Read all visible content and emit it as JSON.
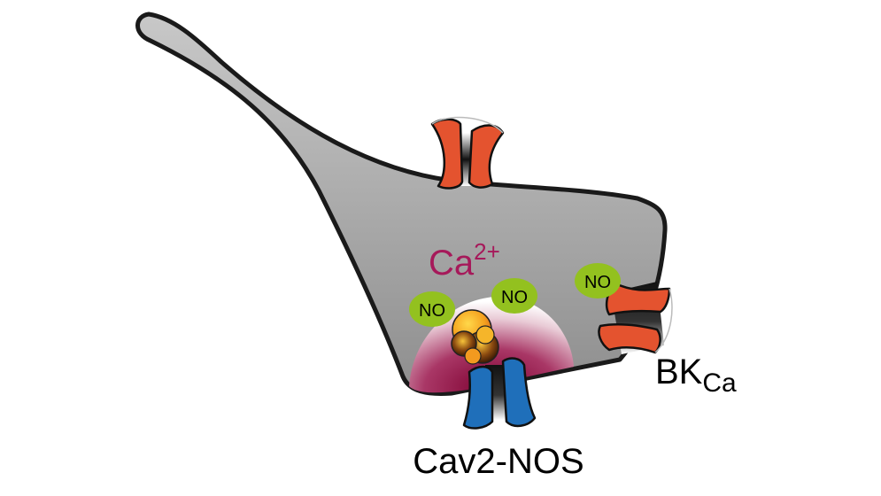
{
  "labels": {
    "ion": "Ca",
    "ion_charge": "2+",
    "no_1": "NO",
    "no_2": "NO",
    "no_3": "NO",
    "bk_main": "BK",
    "bk_sub": "Ca",
    "complex": "Cav2-NOS"
  },
  "colors": {
    "cell_fill": "#a9a9a9",
    "cell_outline": "#1a1a1a",
    "channel_red": "#e4532f",
    "channel_blue": "#1f6fba",
    "no_green": "#93c11f",
    "ion_text": "#a6195a",
    "calcium_domain": "#8a0a37",
    "enzyme_orange": "#f39a1f"
  }
}
